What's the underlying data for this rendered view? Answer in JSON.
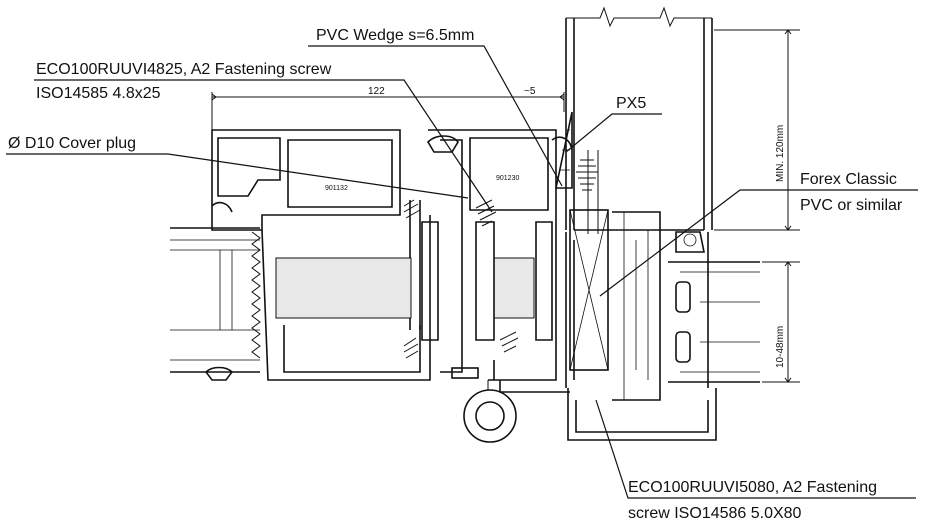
{
  "labels": {
    "wedge": "PVC Wedge s=6.5mm",
    "screw_top_line1": "ECO100RUUVI4825, A2 Fastening screw",
    "screw_top_line2": "ISO14585 4.8x25",
    "cover_plug": "Ø D10 Cover plug",
    "px5": "PX5",
    "forex_line1": "Forex Classic",
    "forex_line2": "PVC or similar",
    "screw_bottom_line1": "ECO100RUUVI5080, A2 Fastening",
    "screw_bottom_line2": "screw ISO14586 5.0X80"
  },
  "dimensions": {
    "width_122": "122",
    "offset_5": "~5",
    "min_120": "MIN. 120mm",
    "range_10_48": "10-48mm"
  },
  "part_numbers": {
    "left_profile": "901132",
    "right_profile": "901230"
  }
}
